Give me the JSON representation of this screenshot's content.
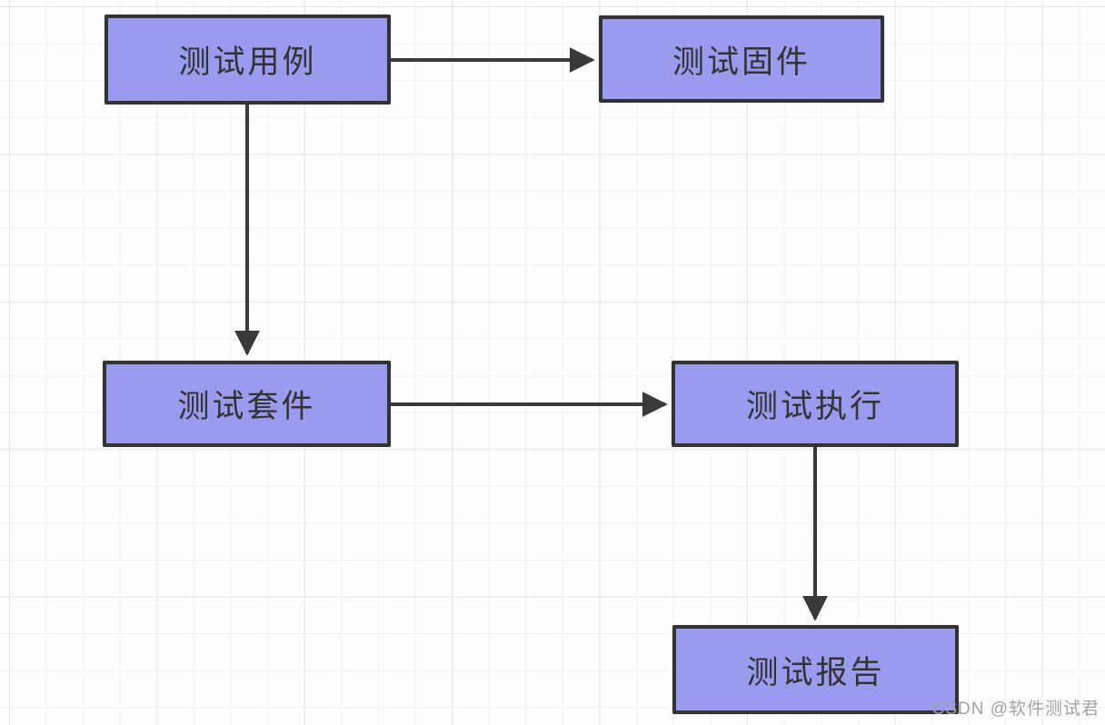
{
  "diagram": {
    "title": "test-flow-diagram",
    "nodes": [
      {
        "id": "test-case",
        "label": "测试用例"
      },
      {
        "id": "test-fixture",
        "label": "测试固件"
      },
      {
        "id": "test-suite",
        "label": "测试套件"
      },
      {
        "id": "test-execution",
        "label": "测试执行"
      },
      {
        "id": "test-report",
        "label": "测试报告"
      }
    ],
    "edges": [
      {
        "from": "test-case",
        "to": "test-fixture",
        "direction": "right"
      },
      {
        "from": "test-case",
        "to": "test-suite",
        "direction": "down"
      },
      {
        "from": "test-suite",
        "to": "test-execution",
        "direction": "right"
      },
      {
        "from": "test-execution",
        "to": "test-report",
        "direction": "down"
      }
    ],
    "colors": {
      "node_fill": "#9a9aee",
      "node_border": "#333333",
      "node_text": "#333333",
      "edge": "#3a3a3a",
      "grid_minor": "#f1f1f1",
      "grid_major": "#e7e7e7",
      "background": "#fdfdfd"
    }
  },
  "watermark": {
    "text": "CSDN @软件测试君",
    "color": "#a3a3a3"
  }
}
